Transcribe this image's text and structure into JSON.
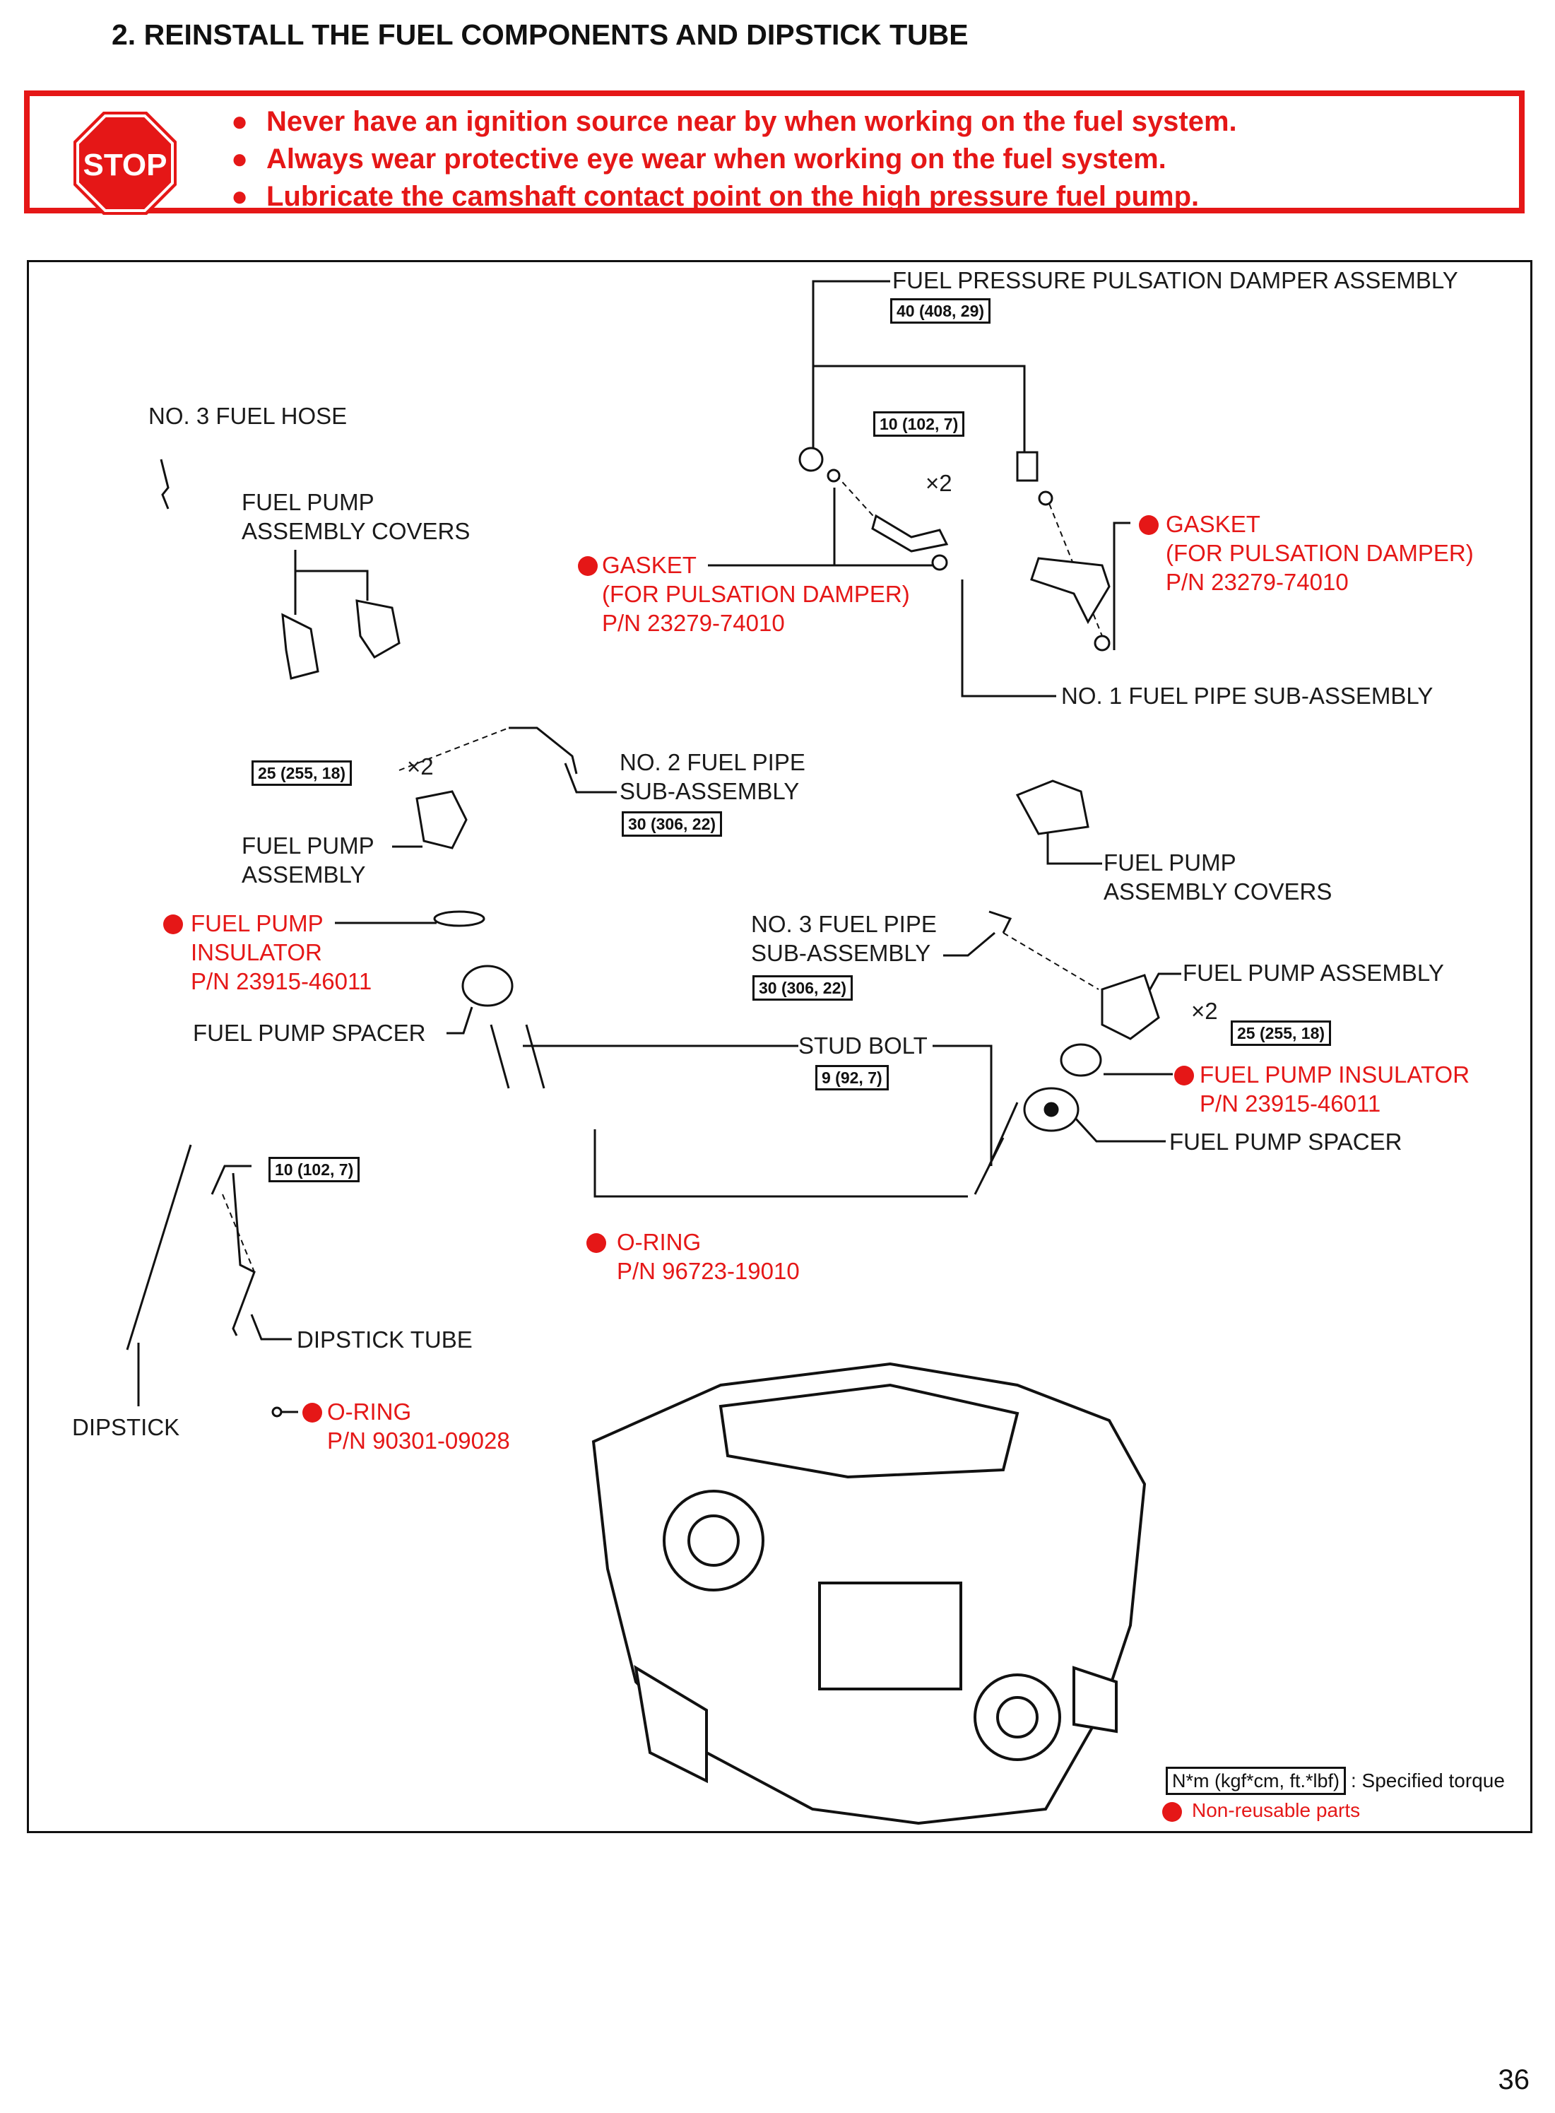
{
  "title": "2.   REINSTALL THE FUEL COMPONENTS AND DIPSTICK TUBE",
  "warning": {
    "stop_sign": "STOP",
    "items": [
      "Never have an ignition source near by when working on the fuel system.",
      "Always wear protective eye wear when working on the fuel system.",
      "Lubricate the camshaft contact point on the high pressure fuel pump."
    ]
  },
  "labels": {
    "fuel_pressure_damper": "FUEL PRESSURE PULSATION DAMPER ASSEMBLY",
    "fuel_hose": "NO. 3 FUEL HOSE",
    "pump_covers_top": [
      "FUEL PUMP",
      "ASSEMBLY COVERS"
    ],
    "gasket_left": [
      "GASKET",
      "(FOR PULSATION DAMPER)",
      "P/N 23279-74010"
    ],
    "gasket_right": [
      "GASKET",
      "(FOR PULSATION DAMPER)",
      "P/N 23279-74010"
    ],
    "x2_top": "×2",
    "fuel_pipe_1": "NO. 1 FUEL PIPE SUB-ASSEMBLY",
    "fuel_pipe_2": [
      "NO. 2 FUEL PIPE",
      "SUB-ASSEMBLY"
    ],
    "x2_left": "×2",
    "fuel_pump_left": [
      "FUEL PUMP",
      "ASSEMBLY"
    ],
    "pump_covers_right": [
      "FUEL PUMP",
      "ASSEMBLY COVERS"
    ],
    "insulator_left": [
      "FUEL PUMP",
      "INSULATOR",
      "P/N 23915-46011"
    ],
    "fuel_pipe_3": [
      "NO. 3 FUEL PIPE",
      "SUB-ASSEMBLY"
    ],
    "fuel_pump_right": "FUEL PUMP ASSEMBLY",
    "x2_right": "×2",
    "spacer_left": "FUEL PUMP SPACER",
    "stud_bolt": "STUD BOLT",
    "insulator_right": [
      "FUEL PUMP INSULATOR",
      "P/N 23915-46011"
    ],
    "spacer_right": "FUEL PUMP SPACER",
    "oring_mid": [
      "O-RING",
      "P/N 96723-19010"
    ],
    "dipstick_tube": "DIPSTICK TUBE",
    "dipstick": "DIPSTICK",
    "oring_bottom": [
      "O-RING",
      "P/N 90301-09028"
    ]
  },
  "torques": {
    "damper": "40 (408, 29)",
    "pipe1_bolt": "10 (102, 7)",
    "pump_left": "25 (255, 18)",
    "pipe2": "30 (306, 22)",
    "pipe3": "30 (306, 22)",
    "pump_right": "25 (255, 18)",
    "stud": "9 (92, 7)",
    "dipstick_tube": "10 (102, 7)"
  },
  "legend": {
    "torque_box": "N*m (kgf*cm, ft.*lbf)",
    "torque_text": ": Specified torque",
    "nonreusable": "Non-reusable parts"
  },
  "page_number": "36",
  "colors": {
    "accent": "#e51717",
    "line": "#111111"
  }
}
